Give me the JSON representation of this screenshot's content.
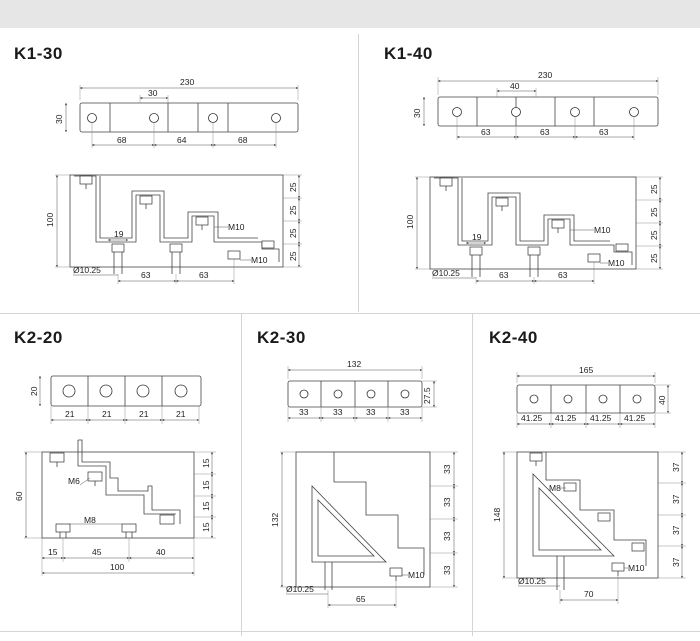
{
  "panels": {
    "k1_30": {
      "title": "K1-30",
      "dims": {
        "total": "230",
        "width": "30",
        "pitch": "30",
        "s1": "68",
        "s2": "64",
        "s3": "68",
        "height": "100",
        "v1": "25",
        "v2": "25",
        "v3": "25",
        "v4": "25",
        "gap": "19",
        "hole": "Ø10.25",
        "b1": "63",
        "b2": "63",
        "bolt1": "M10",
        "bolt2": "M10"
      }
    },
    "k1_40": {
      "title": "K1-40",
      "dims": {
        "total": "230",
        "width": "30",
        "pitch": "40",
        "s1": "63",
        "s2": "63",
        "s3": "63",
        "height": "100",
        "v1": "25",
        "v2": "25",
        "v3": "25",
        "v4": "25",
        "gap": "19",
        "hole": "Ø10.25",
        "b1": "63",
        "b2": "63",
        "bolt1": "M10",
        "bolt2": "M10"
      }
    },
    "k2_20": {
      "title": "K2-20",
      "dims": {
        "width": "20",
        "s1": "21",
        "s2": "21",
        "s3": "21",
        "s4": "21",
        "height": "60",
        "v1": "15",
        "v2": "15",
        "v3": "15",
        "v4": "15",
        "bolt1": "M6",
        "bolt2": "M8",
        "b1": "15",
        "b2": "45",
        "b3": "40",
        "total": "100"
      }
    },
    "k2_30": {
      "title": "K2-30",
      "dims": {
        "total": "132",
        "width": "27.5",
        "s1": "33",
        "s2": "33",
        "s3": "33",
        "s4": "33",
        "height": "132",
        "v1": "33",
        "v2": "33",
        "v3": "33",
        "v4": "33",
        "hole": "Ø10.25",
        "bolt": "M10",
        "b1": "65"
      }
    },
    "k2_40": {
      "title": "K2-40",
      "dims": {
        "total": "165",
        "width": "40",
        "s1": "41.25",
        "s2": "41.25",
        "s3": "41.25",
        "s4": "41.25",
        "height": "148",
        "v1": "37",
        "v2": "37",
        "v3": "37",
        "v4": "37",
        "bolt1": "M8",
        "bolt2": "M10",
        "hole": "Ø10.25",
        "b1": "70"
      }
    }
  }
}
